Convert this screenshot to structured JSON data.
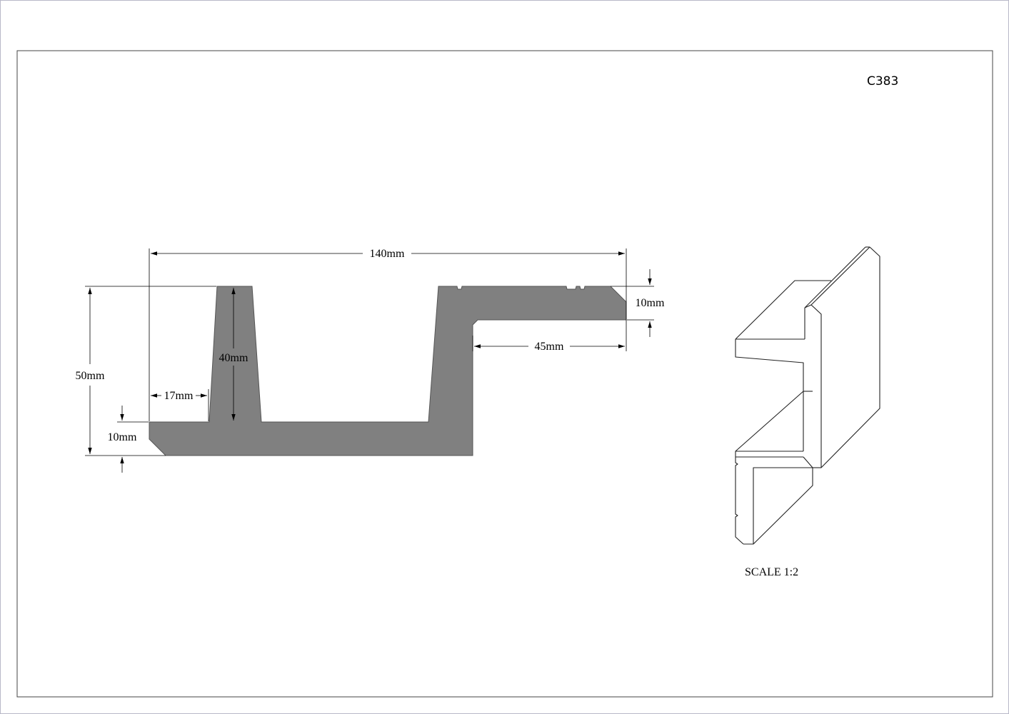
{
  "drawing": {
    "part_code": "C383",
    "scale_label": "SCALE  1:2"
  },
  "dimensions": {
    "overall_width": "140mm",
    "overall_height": "50mm",
    "flange_thickness": "10mm",
    "base_thickness": "10mm",
    "rib_height": "40mm",
    "left_offset": "17mm",
    "flange_length": "45mm"
  },
  "colors": {
    "profile_fill": "#808080",
    "line": "#000000",
    "page_border": "#b8b8c8"
  }
}
